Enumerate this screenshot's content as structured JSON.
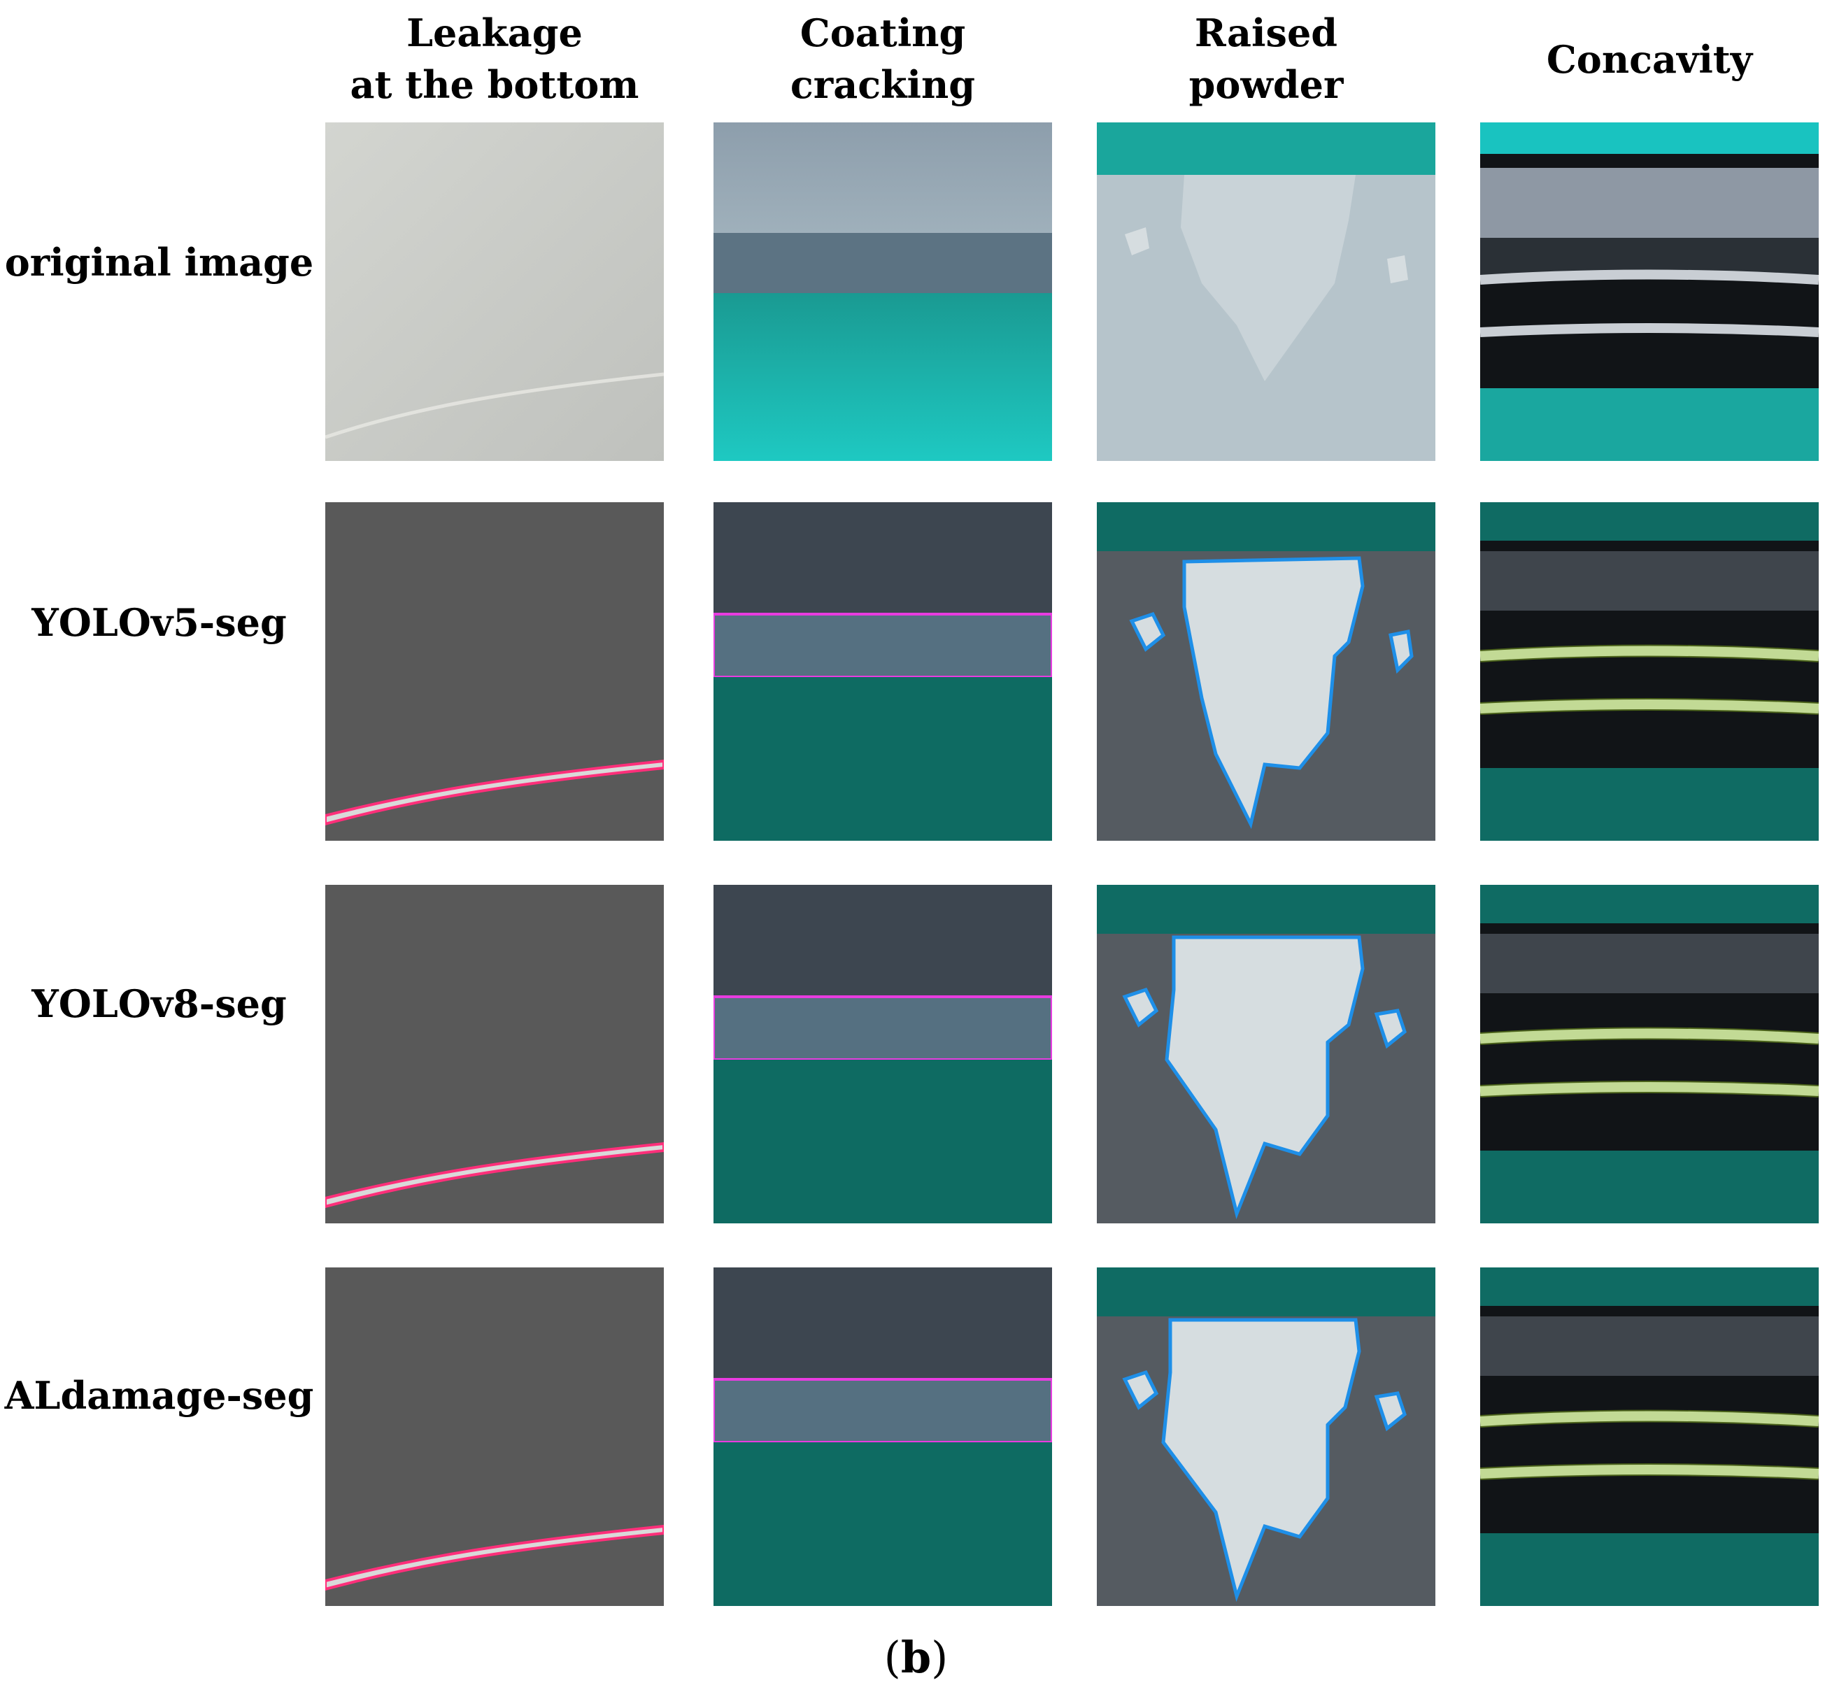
{
  "figure": {
    "column_headers": [
      {
        "line1": "Leakage",
        "line2": "at the bottom"
      },
      {
        "line1": "Coating",
        "line2": "cracking"
      },
      {
        "line1": "Raised",
        "line2": "powder"
      },
      {
        "line1": "Concavity",
        "line2": ""
      }
    ],
    "row_headers": [
      "original image",
      "YOLOv5-seg",
      "YOLOv8-seg",
      "ALdamage-seg"
    ],
    "caption": {
      "open": "(",
      "label": "b",
      "close": ")"
    }
  },
  "colors": {
    "gray_bg": "#5a5a5a",
    "light_gray_bg": "#c9cbc7",
    "teal": "#0e6b62",
    "cyan": "#17c1bd",
    "slate": "#4a5563",
    "pink_outline": "#ff2f7a",
    "magenta_outline": "#e83ce0",
    "blue_outline": "#1e8fe8",
    "green_outline": "#b5f020"
  }
}
